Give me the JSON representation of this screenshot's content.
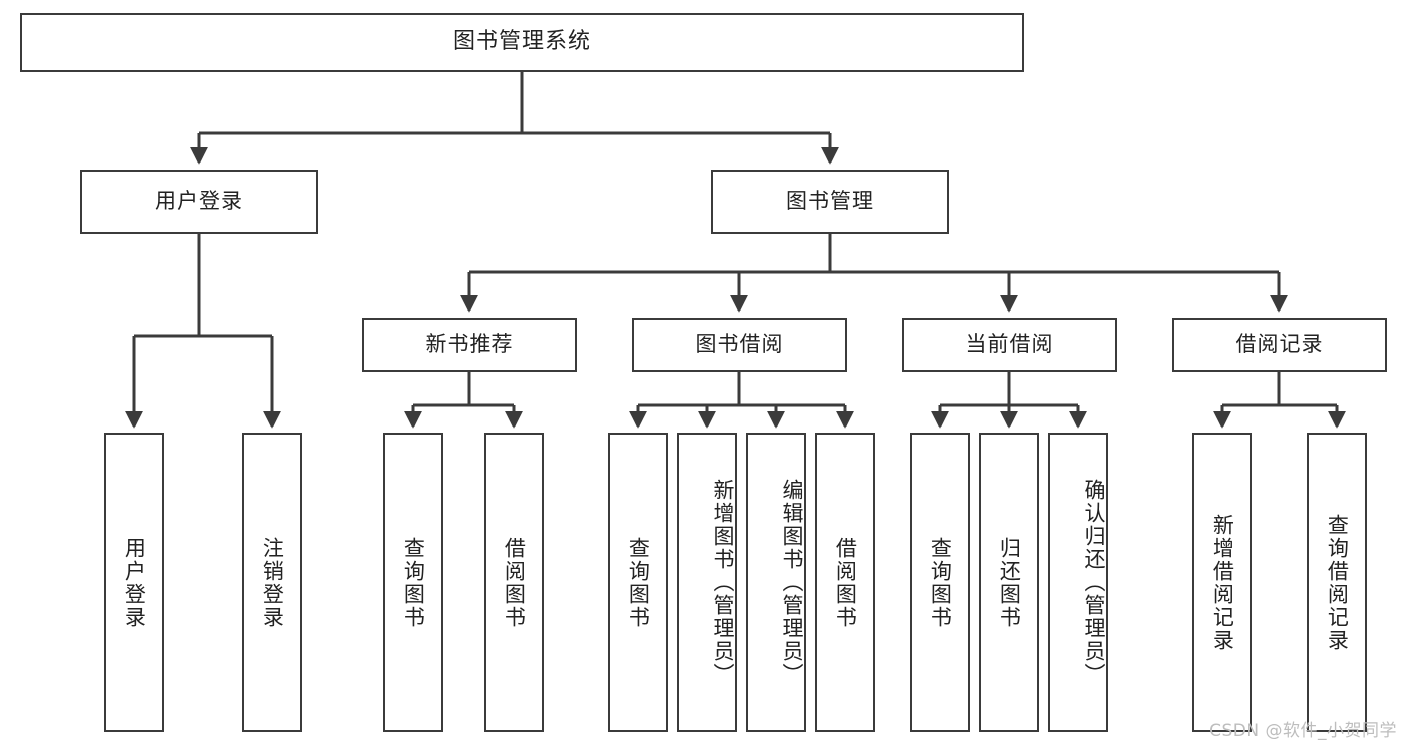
{
  "diagram": {
    "title": "图书管理系统",
    "type": "functional-structure-tree",
    "stroke_color": "#3b3b3b",
    "fill_color": "#ffffff",
    "text_color": "#222222",
    "watermark": "CSDN @软件_小贺同学",
    "nodes": {
      "root": {
        "label": "图书管理系统"
      },
      "level2": [
        {
          "id": "user-login",
          "label": "用户登录"
        },
        {
          "id": "book-manage",
          "label": "图书管理"
        }
      ],
      "level3": [
        {
          "id": "new-book-recommend",
          "label": "新书推荐"
        },
        {
          "id": "book-borrow",
          "label": "图书借阅"
        },
        {
          "id": "current-borrow",
          "label": "当前借阅"
        },
        {
          "id": "borrow-record",
          "label": "借阅记录"
        }
      ],
      "leaves": {
        "user_login": [
          {
            "id": "leaf-user-login",
            "label": "用户登录"
          },
          {
            "id": "leaf-logout-login",
            "label": "注销登录"
          }
        ],
        "new_book_recommend": [
          {
            "id": "leaf-query-book-1",
            "label": "查询图书"
          },
          {
            "id": "leaf-borrow-book-1",
            "label": "借阅图书"
          }
        ],
        "book_borrow": [
          {
            "id": "leaf-query-book-2",
            "label": "查询图书"
          },
          {
            "id": "leaf-add-book",
            "label": "新增图书（管理员）"
          },
          {
            "id": "leaf-edit-book",
            "label": "编辑图书（管理员）"
          },
          {
            "id": "leaf-borrow-book-2",
            "label": "借阅图书"
          }
        ],
        "current_borrow": [
          {
            "id": "leaf-query-book-3",
            "label": "查询图书"
          },
          {
            "id": "leaf-return-book",
            "label": "归还图书"
          },
          {
            "id": "leaf-confirm-return",
            "label": "确认归还（管理员）"
          }
        ],
        "borrow_record": [
          {
            "id": "leaf-add-record",
            "label": "新增借阅记录"
          },
          {
            "id": "leaf-query-record",
            "label": "查询借阅记录"
          }
        ]
      }
    }
  }
}
